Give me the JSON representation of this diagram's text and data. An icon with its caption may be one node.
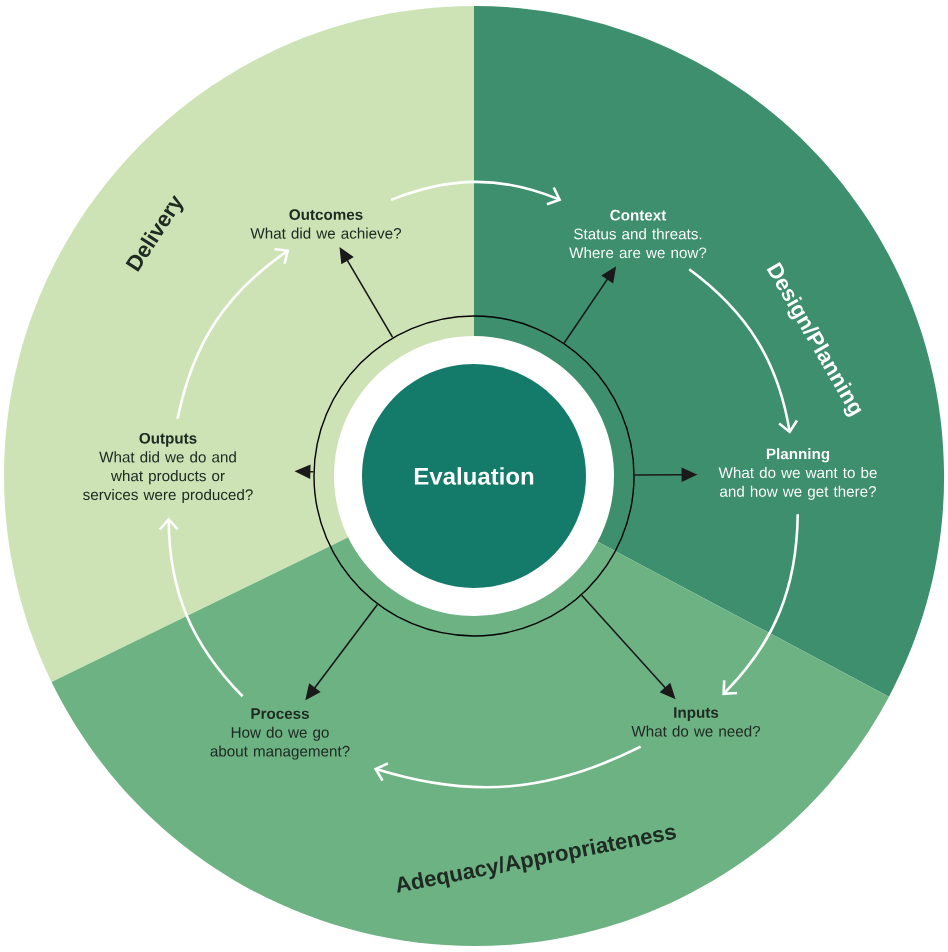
{
  "diagram": {
    "nodes": [
      {
        "text": [
          "Delivery"
        ]
      },
      {
        "text": [
          "Design/Planning"
        ]
      },
      {
        "text": [
          "Adequacy/Appropriateness"
        ]
      },
      {
        "text": [
          "Evaluation"
        ]
      },
      {
        "text": [
          "Outcomes",
          "What did we achieve?"
        ],
        "in": 0
      },
      {
        "text": [
          "Context",
          "Status and threats. Where are we now?"
        ],
        "in": 1
      },
      {
        "text": [
          "Planning",
          "What do we want to be and how we get there?"
        ],
        "in": 1
      },
      {
        "text": [
          "Inputs",
          "What do we need?"
        ],
        "in": 2
      },
      {
        "text": [
          "Process",
          "How do we go about management?"
        ],
        "in": 2
      },
      {
        "text": [
          "Outputs",
          "What did we do and what products or services were produced?"
        ],
        "in": 0
      }
    ],
    "edges": [
      {
        "from": 4,
        "to": 5,
        "arrow": "to"
      },
      {
        "from": 5,
        "to": 6,
        "arrow": "to"
      },
      {
        "from": 6,
        "to": 7,
        "arrow": "to"
      },
      {
        "from": 7,
        "to": 8,
        "arrow": "to"
      },
      {
        "from": 8,
        "to": 9,
        "arrow": "to"
      },
      {
        "from": 9,
        "to": 4,
        "arrow": "to"
      },
      {
        "from": 3,
        "to": 4,
        "arrow": "to",
        "color": "#1a1a1a"
      },
      {
        "from": 3,
        "to": 5,
        "arrow": "to",
        "color": "#1a1a1a"
      },
      {
        "from": 3,
        "to": 6,
        "arrow": "to",
        "color": "#1a1a1a"
      },
      {
        "from": 3,
        "to": 7,
        "arrow": "to",
        "color": "#1a1a1a"
      },
      {
        "from": 3,
        "to": 8,
        "arrow": "to",
        "color": "#1a1a1a"
      },
      {
        "from": 3,
        "to": 9,
        "arrow": "to",
        "color": "#1a1a1a"
      }
    ]
  }
}
